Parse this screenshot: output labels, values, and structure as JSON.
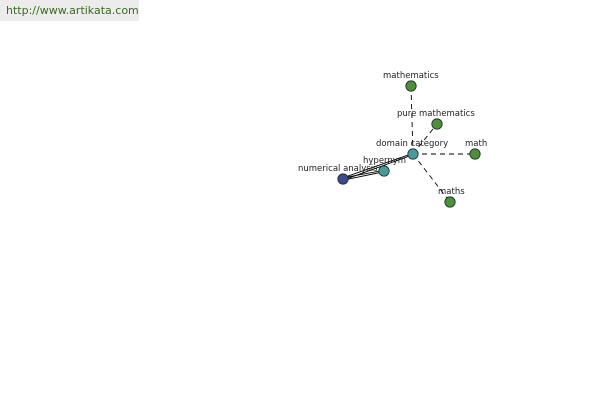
{
  "banner": {
    "url_text": "http://www.artikata.com"
  },
  "colors": {
    "relation_node": "#4a9a9a",
    "concept_node": "#4e8f3a",
    "root_node": "#3a4a8c",
    "banner_text": "#3a6a1f"
  },
  "graph": {
    "nodes": [
      {
        "id": "numerical_analysis",
        "label": "numerical analysis",
        "kind": "root"
      },
      {
        "id": "hypernym",
        "label": "hypernym",
        "kind": "relation"
      },
      {
        "id": "domain_category",
        "label": "domain category",
        "kind": "relation"
      },
      {
        "id": "mathematics",
        "label": "mathematics",
        "kind": "concept"
      },
      {
        "id": "pure_mathematics",
        "label": "pure mathematics",
        "kind": "concept"
      },
      {
        "id": "math",
        "label": "math",
        "kind": "concept"
      },
      {
        "id": "maths",
        "label": "maths",
        "kind": "concept"
      }
    ],
    "edges": [
      {
        "from": "numerical_analysis",
        "to": "hypernym",
        "style": "solid"
      },
      {
        "from": "numerical_analysis",
        "to": "domain_category",
        "style": "solid"
      },
      {
        "from": "domain_category",
        "to": "mathematics",
        "style": "dashed"
      },
      {
        "from": "domain_category",
        "to": "pure_mathematics",
        "style": "dashed"
      },
      {
        "from": "domain_category",
        "to": "math",
        "style": "dashed"
      },
      {
        "from": "domain_category",
        "to": "maths",
        "style": "dashed"
      }
    ]
  }
}
